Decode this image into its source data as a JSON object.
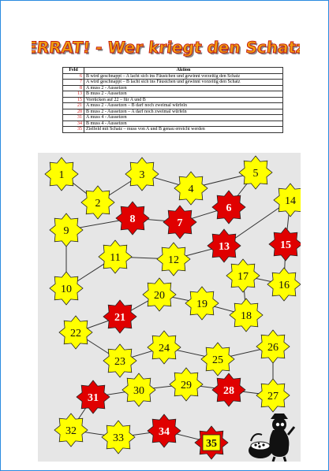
{
  "title": "VERRAT! - Wer kriegt den Schatz?",
  "table": {
    "headers": [
      "Feld",
      "Aktion"
    ],
    "rows": [
      {
        "feld": "6",
        "aktion": "B wird geschnappt – A lacht sich ins Fäustchen und gewinnt vorzeitig den Schatz",
        "red": true
      },
      {
        "feld": "7",
        "aktion": "A wird geschnappt – B lacht sich ins Fäustchen und gewinnt vorzeitig den Schatz",
        "red": true
      },
      {
        "feld": "8",
        "aktion": "A muss 2 - Aussetzen",
        "red": true
      },
      {
        "feld": "13",
        "aktion": "B muss 2 - Aussetzen",
        "red": true
      },
      {
        "feld": "15",
        "aktion": "Vorrücken auf 22 – für A und B",
        "red": true
      },
      {
        "feld": "21",
        "aktion": "A muss 2 - Aussetzen – B darf noch zweimal würfeln",
        "red": true
      },
      {
        "feld": "28",
        "aktion": "B muss 2 - Aussetzen – A darf noch zweimal würfeln",
        "red": true
      },
      {
        "feld": "31",
        "aktion": "A muss 4 - Aussetzen",
        "red": true
      },
      {
        "feld": "34",
        "aktion": "B muss 4 - Aussetzen",
        "red": true
      },
      {
        "feld": "35",
        "aktion": "Zielfeld mit Schatz – muss von A und B genau erreicht werden",
        "red": true
      }
    ]
  },
  "board": {
    "fields": [
      {
        "n": "1",
        "special": false
      },
      {
        "n": "2",
        "special": false
      },
      {
        "n": "3",
        "special": false
      },
      {
        "n": "4",
        "special": false
      },
      {
        "n": "5",
        "special": false
      },
      {
        "n": "6",
        "special": true
      },
      {
        "n": "7",
        "special": true
      },
      {
        "n": "8",
        "special": true
      },
      {
        "n": "9",
        "special": false
      },
      {
        "n": "10",
        "special": false
      },
      {
        "n": "11",
        "special": false
      },
      {
        "n": "12",
        "special": false
      },
      {
        "n": "13",
        "special": true
      },
      {
        "n": "14",
        "special": false
      },
      {
        "n": "15",
        "special": true
      },
      {
        "n": "16",
        "special": false
      },
      {
        "n": "17",
        "special": false
      },
      {
        "n": "18",
        "special": false
      },
      {
        "n": "19",
        "special": false
      },
      {
        "n": "20",
        "special": false
      },
      {
        "n": "21",
        "special": true
      },
      {
        "n": "22",
        "special": false
      },
      {
        "n": "23",
        "special": false
      },
      {
        "n": "24",
        "special": false
      },
      {
        "n": "25",
        "special": false
      },
      {
        "n": "26",
        "special": false
      },
      {
        "n": "27",
        "special": false
      },
      {
        "n": "28",
        "special": true
      },
      {
        "n": "29",
        "special": false
      },
      {
        "n": "30",
        "special": false
      },
      {
        "n": "31",
        "special": true
      },
      {
        "n": "32",
        "special": false
      },
      {
        "n": "33",
        "special": false
      },
      {
        "n": "34",
        "special": true
      },
      {
        "n": "35",
        "special": false,
        "goal": true
      }
    ],
    "colors": {
      "normal": "#ffff00",
      "special": "#e00000",
      "goal_fill": "#ffff00",
      "goal_star": "#e00000"
    }
  },
  "figure": "pirate-with-treasure-chest"
}
